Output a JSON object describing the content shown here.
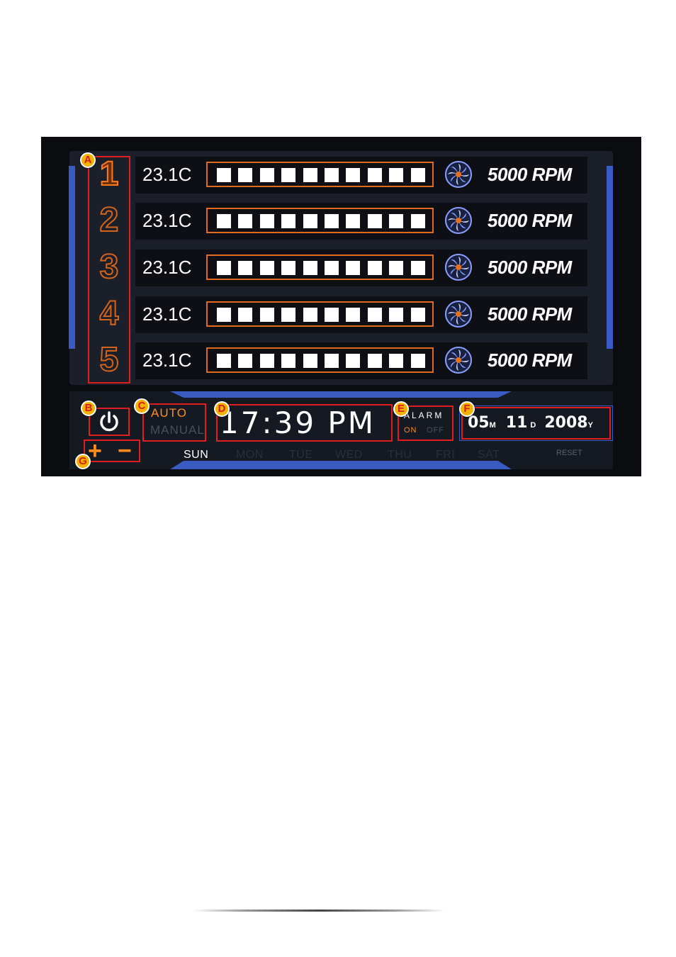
{
  "channels": [
    {
      "number": "1",
      "temp": "23.1C",
      "rpm": "5000 RPM",
      "segments": 10,
      "active": true
    },
    {
      "number": "2",
      "temp": "23.1C",
      "rpm": "5000 RPM",
      "segments": 10,
      "active": false
    },
    {
      "number": "3",
      "temp": "23.1C",
      "rpm": "5000 RPM",
      "segments": 10,
      "active": false
    },
    {
      "number": "4",
      "temp": "23.1C",
      "rpm": "5000 RPM",
      "segments": 10,
      "active": false
    },
    {
      "number": "5",
      "temp": "23.1C",
      "rpm": "5000 RPM",
      "segments": 10,
      "active": false
    }
  ],
  "badges": {
    "a": "A",
    "b": "B",
    "c": "C",
    "d": "D",
    "e": "E",
    "f": "F",
    "g": "G"
  },
  "mode": {
    "auto": "AUTO",
    "manual": "MANUAL",
    "selected": "AUTO"
  },
  "clock": {
    "time": "17:39 PM"
  },
  "alarm": {
    "label": "ALARM",
    "on": "ON",
    "off": "OFF",
    "state": "ON"
  },
  "date": {
    "month": "05",
    "month_unit": "M",
    "day": "11",
    "day_unit": "D",
    "year": "2008",
    "year_unit": "Y"
  },
  "adjust": {
    "plus": "+",
    "minus": "−"
  },
  "weekdays": [
    "SUN",
    "MON",
    "TUE",
    "WED",
    "THU",
    "FRI",
    "SAT"
  ],
  "active_weekday": "SUN",
  "reset_label": "RESET",
  "colors": {
    "accent": "#ff8c1a",
    "highlight": "#e11d1d",
    "strip": "#3a5cc2",
    "badge": "#f3b200"
  },
  "icons": {
    "power": "power-icon",
    "fan": "fan-icon"
  }
}
